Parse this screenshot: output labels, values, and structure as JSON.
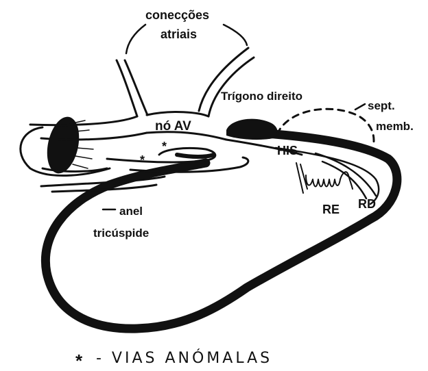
{
  "labels": {
    "atrial_connections_line1": "conecções",
    "atrial_connections_line2": "atriais",
    "right_trigone": "Trígono direito",
    "septum_line1": "sept.",
    "septum_line2": "memb.",
    "av_node": "nó AV",
    "his": "HIS",
    "re": "RE",
    "rd": "RD",
    "ring_line1": "anel",
    "ring_line2": "tricúspide"
  },
  "markers": {
    "anomalous_symbol": "*"
  },
  "caption": {
    "symbol": "*",
    "text": "- VIAS ANÓMALAS"
  },
  "colors": {
    "ink": "#111111",
    "background": "#ffffff"
  }
}
